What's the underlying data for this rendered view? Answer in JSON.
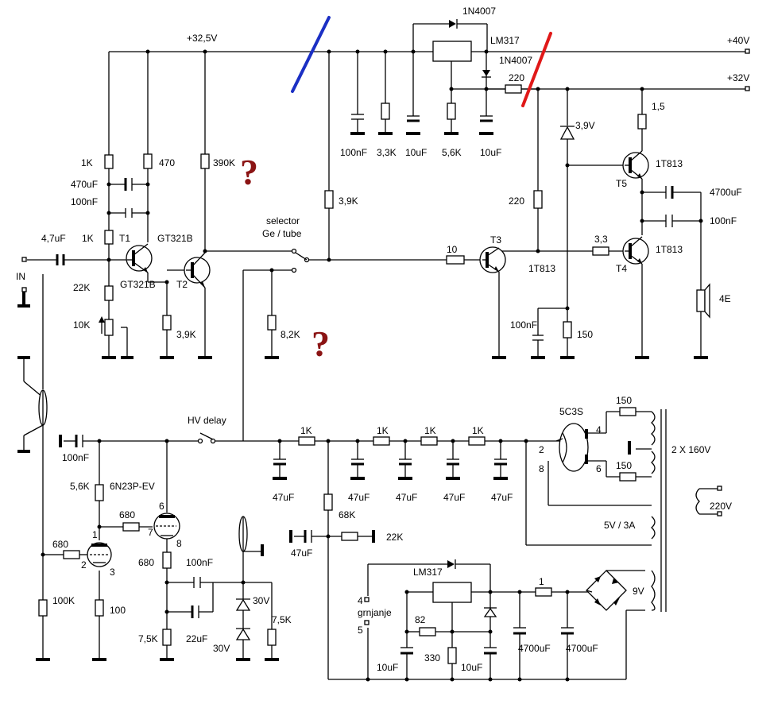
{
  "rails": {
    "top_supply": "+32,5V",
    "out_40v": "+40V",
    "out_32v": "+32V"
  },
  "question_mark": "?",
  "labels": {
    "in": "IN",
    "selector_line1": "selector",
    "selector_line2": "Ge / tube",
    "hv_delay": "HV delay",
    "grnjanje": "grnjanje",
    "pin4": "4",
    "pin5": "5",
    "transformer_secondary": "2 X 160V",
    "mains": "220V",
    "heater_winding": "5V / 3A",
    "low_winding": "9V"
  },
  "transistors": {
    "t1": "T1",
    "t2": "T2",
    "t3": "T3",
    "t4": "T4",
    "t5": "T5",
    "t1_type": "GT321B",
    "t2_type": "GT321B",
    "t3_type": "1T813",
    "t4_type": "1T813",
    "t5_type": "1T813"
  },
  "tubes": {
    "triode": "6N23P-EV",
    "rectifier": "5C3S",
    "pins": {
      "p1": "1",
      "p2": "2",
      "p3": "3",
      "p6": "6",
      "p7": "7",
      "p8": "8",
      "r2": "2",
      "r4": "4",
      "r6": "6",
      "r8": "8"
    }
  },
  "components": {
    "r_1k_t1": "1K",
    "r_470": "470",
    "c_470uf": "470uF",
    "c_100nf_t1": "100nF",
    "c_4_7uf": "4,7uF",
    "r_1k_base": "1K",
    "r_22k": "22K",
    "pot_10k": "10K",
    "r_390k": "390K",
    "r_3_9k_t2": "3,9K",
    "r_3_9k_sel": "3,9K",
    "r_8_2k": "8,2K",
    "c_100nf_reg": "100nF",
    "r_3_3k": "3,3K",
    "c_10uf_a": "10uF",
    "r_5_6k": "5,6K",
    "c_10uf_b": "10uF",
    "d_1n4007_top": "1N4007",
    "d_1n4007_side": "1N4007",
    "reg_lm317_top": "LM317",
    "r_220_top": "220",
    "z_3_9v": "3,9V",
    "r_1_5": "1,5",
    "r_220_mid": "220",
    "r_10": "10",
    "r_3_3": "3,3",
    "c_4700uf_out": "4700uF",
    "c_100nf_out": "100nF",
    "spk_4e": "4E",
    "c_100nf_t3": "100nF",
    "r_150_t3": "150",
    "c_100nf_in": "100nF",
    "r_5_6k_tube": "5,6K",
    "r_680_grid": "680",
    "r_680_in": "680",
    "r_100k": "100K",
    "r_100": "100",
    "r_680_cath": "680",
    "c_100nf_cath": "100nF",
    "c_22uf": "22uF",
    "r_7_5k_a": "7,5K",
    "z_30v_a": "30V",
    "z_30v_b": "30V",
    "r_7_5k_b": "7,5K",
    "r_1k_hv1": "1K",
    "r_1k_hv2": "1K",
    "r_1k_hv3": "1K",
    "r_1k_hv4": "1K",
    "c_47uf_1": "47uF",
    "c_47uf_2": "47uF",
    "c_47uf_3": "47uF",
    "c_47uf_4": "47uF",
    "c_47uf_5": "47uF",
    "c_47uf_6": "47uF",
    "r_68k": "68K",
    "r_22k_hv": "22K",
    "reg_lm317_bot": "LM317",
    "r_82": "82",
    "r_330": "330",
    "c_10uf_c": "10uF",
    "c_10uf_d": "10uF",
    "r_1_bot": "1",
    "c_4700uf_1": "4700uF",
    "c_4700uf_2": "4700uF",
    "r_150_a": "150",
    "r_150_b": "150"
  },
  "colors": {
    "blue_mark": "#1b2fc4",
    "red_mark": "#e01818",
    "question": "#8b1414"
  }
}
